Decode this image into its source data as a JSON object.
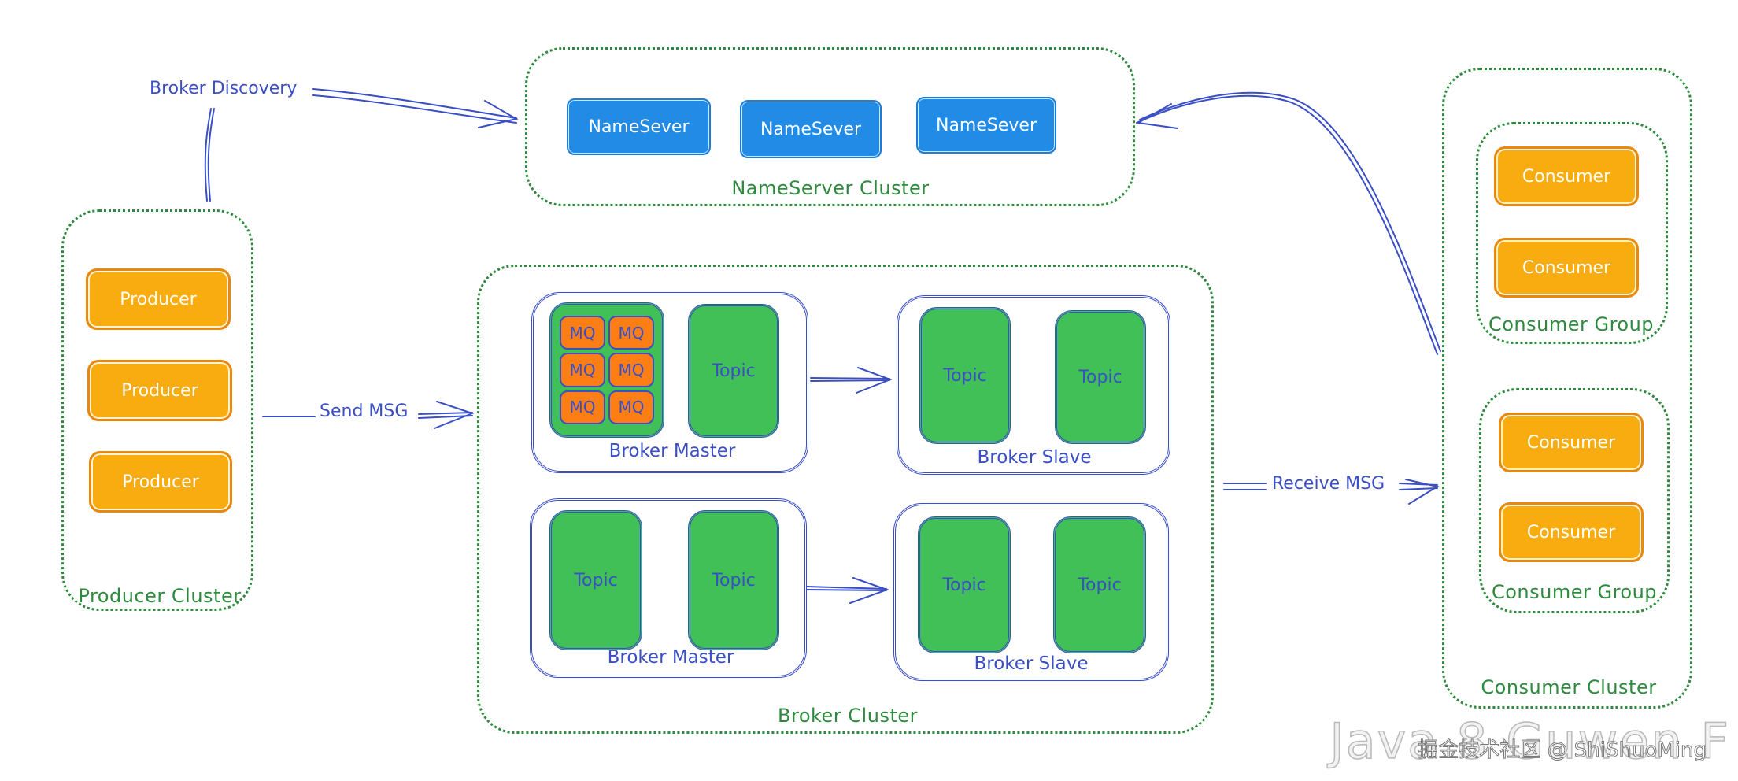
{
  "colors": {
    "cluster_border": "#2e8b3e",
    "arrow": "#3b4fc4",
    "nameserver_fill": "#228be6",
    "client_fill": "#f9ac10",
    "topic_fill": "#40c057",
    "mq_fill": "#fd7e14"
  },
  "edges": {
    "broker_discovery": "Broker Discovery",
    "send_msg": "Send MSG",
    "receive_msg": "Receive MSG"
  },
  "nameserver_cluster": {
    "label": "NameServer Cluster",
    "nodes": [
      "NameSever",
      "NameSever",
      "NameSever"
    ]
  },
  "producer_cluster": {
    "label": "Producer Cluster",
    "producers": [
      "Producer",
      "Producer",
      "Producer"
    ]
  },
  "broker_cluster": {
    "label": "Broker Cluster",
    "pairs": [
      {
        "master": {
          "label": "Broker Master",
          "mq_topic": {
            "queues": [
              "MQ",
              "MQ",
              "MQ",
              "MQ",
              "MQ",
              "MQ"
            ]
          },
          "topic": "Topic"
        },
        "slave": {
          "label": "Broker Slave",
          "topics": [
            "Topic",
            "Topic"
          ]
        }
      },
      {
        "master": {
          "label": "Broker Master",
          "topics": [
            "Topic",
            "Topic"
          ]
        },
        "slave": {
          "label": "Broker Slave",
          "topics": [
            "Topic",
            "Topic"
          ]
        }
      }
    ]
  },
  "consumer_cluster": {
    "label": "Consumer Cluster",
    "groups": [
      {
        "label": "Consumer Group",
        "consumers": [
          "Consumer",
          "Consumer"
        ]
      },
      {
        "label": "Consumer Group",
        "consumers": [
          "Consumer",
          "Consumer"
        ]
      }
    ]
  },
  "watermark": {
    "background_text": "Java 8 Guwen F",
    "credit": "掘金技术社区 @ ShiShuoMing"
  }
}
